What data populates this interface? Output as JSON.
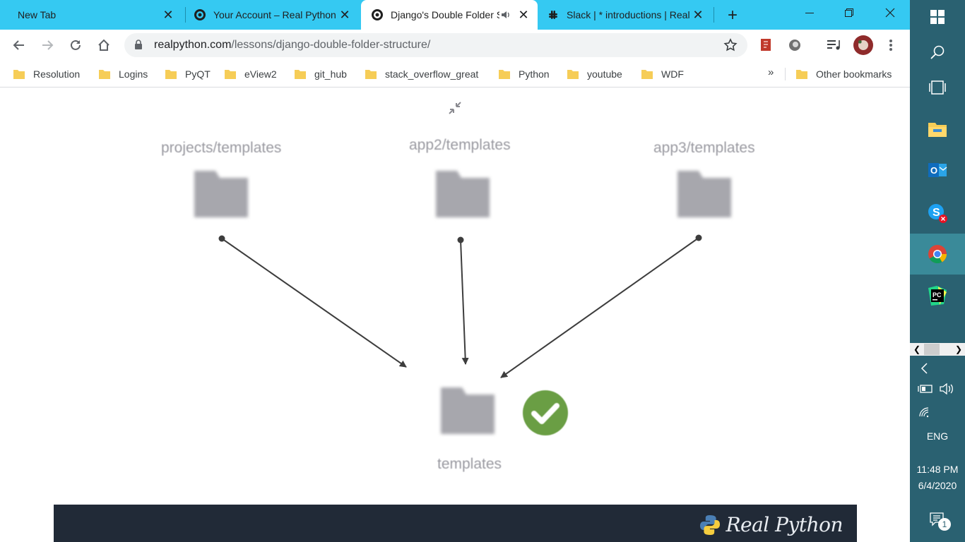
{
  "tabs": [
    {
      "title": "New Tab",
      "active": false
    },
    {
      "title": "Your Account – Real Python",
      "active": false
    },
    {
      "title": "Django's Double Folder Structure",
      "active": true
    },
    {
      "title": "Slack | * introductions | Real Python",
      "active": false
    }
  ],
  "address": {
    "domain": "realpython.com",
    "path": "/lessons/django-double-folder-structure/"
  },
  "bookmarks": [
    {
      "label": "Resolution"
    },
    {
      "label": "Logins"
    },
    {
      "label": "PyQT"
    },
    {
      "label": "eView2"
    },
    {
      "label": "git_hub"
    },
    {
      "label": "stack_overflow_great"
    },
    {
      "label": "Python"
    },
    {
      "label": "youtube"
    },
    {
      "label": "WDF"
    }
  ],
  "bookmarks_overflow": "»",
  "other_bookmarks": "Other bookmarks",
  "slide": {
    "folders": [
      {
        "label": "projects/templates"
      },
      {
        "label": "app2/templates"
      },
      {
        "label": "app3/templates"
      }
    ],
    "target_label": "templates",
    "colors": {
      "folder": "#a7a7ad",
      "check": "#6a9e44",
      "arrow": "#3d3d3d"
    }
  },
  "brand": {
    "name": "Real Python"
  },
  "tray": {
    "language": "ENG",
    "time": "11:48 PM",
    "date": "6/4/2020",
    "notifications": "1"
  },
  "colors": {
    "tab_strip": "#35c9f2",
    "taskbar": "#2a6171",
    "video_bar": "#212a37"
  }
}
